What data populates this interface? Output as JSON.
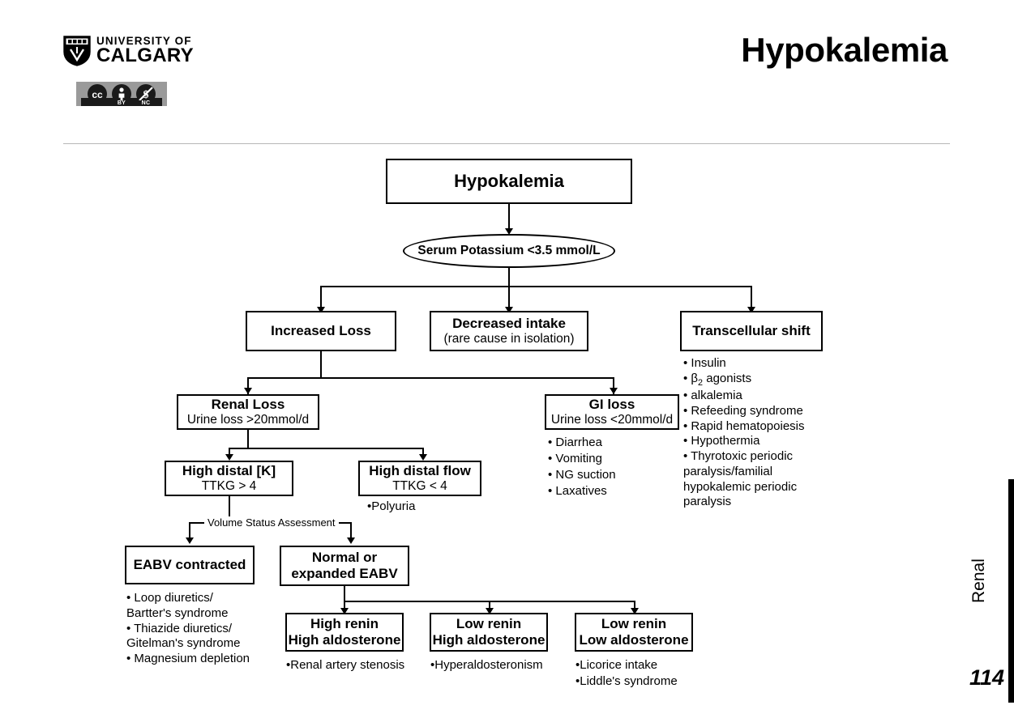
{
  "header": {
    "university_line1": "UNIVERSITY OF",
    "university_line2": "CALGARY",
    "license_by": "BY",
    "license_nc": "NC",
    "title": "Hypokalemia"
  },
  "margin": {
    "section_label": "Renal",
    "page_number": "114"
  },
  "flowchart": {
    "root": "Hypokalemia",
    "criterion": "Serum Potassium <3.5 mmol/L",
    "branches": {
      "increased_loss": "Increased Loss",
      "decreased_intake_title": "Decreased intake",
      "decreased_intake_sub": "(rare cause in isolation)",
      "transcellular_shift": "Transcellular shift"
    },
    "transcellular_bullets": "• Insulin\n• β2 agonists\n• alkalemia\n• Refeeding syndrome\n• Rapid hematopoiesis\n• Hypothermia\n• Thyrotoxic periodic\nparalysis/familial\nhypokalemic periodic\nparalysis",
    "renal_loss_title": "Renal Loss",
    "renal_loss_sub": "Urine loss >20mmol/d",
    "gi_loss_title": "GI loss",
    "gi_loss_sub": "Urine loss <20mmol/d",
    "gi_loss_bullets": "• Diarrhea\n• Vomiting\n• NG suction\n• Laxatives",
    "high_distal_k_title": "High distal [K]",
    "high_distal_k_sub": "TTKG > 4",
    "high_distal_flow_title": "High distal flow",
    "high_distal_flow_sub": "TTKG < 4",
    "high_distal_flow_bullets": "•Polyuria",
    "volume_status_label": "Volume Status Assessment",
    "eabv_contracted": "EABV contracted",
    "eabv_contracted_bullets": "• Loop diuretics/\nBartter's syndrome\n• Thiazide diuretics/\nGitelman's syndrome\n• Magnesium depletion",
    "normal_expanded_eabv_line1": "Normal or",
    "normal_expanded_eabv_line2": "expanded EABV",
    "high_renin_line1": "High renin",
    "high_renin_line2": "High aldosterone",
    "high_renin_bullets": "•Renal artery stenosis",
    "low_renin_high_aldo_line1": "Low renin",
    "low_renin_high_aldo_line2": "High aldosterone",
    "low_renin_high_aldo_bullets": "•Hyperaldosteronism",
    "low_renin_low_aldo_line1": "Low renin",
    "low_renin_low_aldo_line2": "Low aldosterone",
    "low_renin_low_aldo_bullets": "•Licorice intake\n•Liddle's syndrome"
  }
}
